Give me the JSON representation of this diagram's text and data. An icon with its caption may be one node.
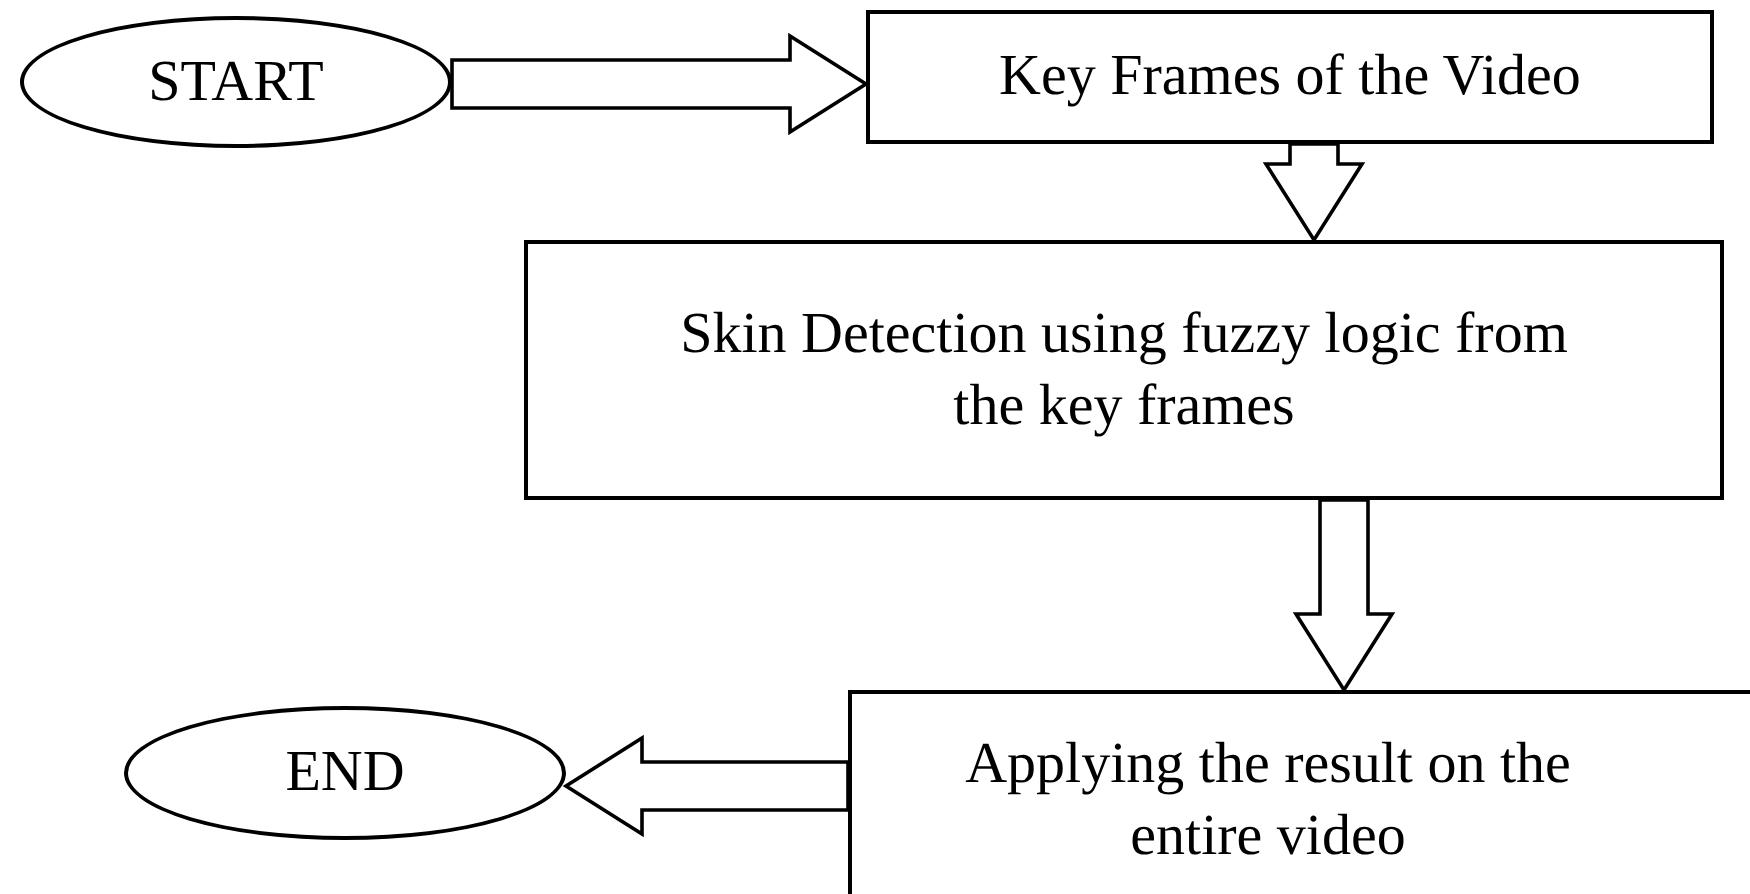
{
  "diagram": {
    "nodes": [
      {
        "text": [
          "START"
        ]
      },
      {
        "text": [
          "Key Frames of the Video"
        ]
      },
      {
        "text": [
          "Skin Detection using fuzzy logic from the key frames"
        ]
      },
      {
        "text": [
          "Applying the result on the entire video"
        ]
      },
      {
        "text": [
          "END"
        ]
      }
    ],
    "edges": [
      {
        "from": 0,
        "to": 1,
        "arrow": "to"
      },
      {
        "from": 1,
        "to": 2,
        "arrow": "to"
      },
      {
        "from": 2,
        "to": 3,
        "arrow": "to"
      },
      {
        "from": 3,
        "to": 4,
        "arrow": "to"
      }
    ]
  }
}
